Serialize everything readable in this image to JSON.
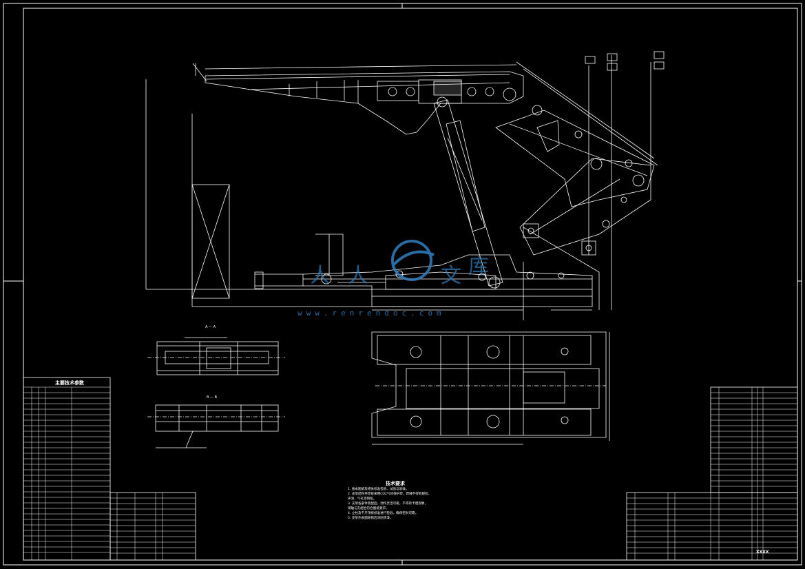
{
  "drawing": {
    "section_a_label": "A — A",
    "section_b_label": "B — B",
    "left_params_title": "主要技术参数",
    "tech_req_title": "技术要求",
    "tech_req_lines": [
      "1. 按本图纸及相关标准检验、试验与验收。",
      "2. 支架结构件焊接采用CO2气体保护焊，焊缝不得有裂纹、",
      "   夹渣、气孔等缺陷。",
      "3. 支架各部件装配后，动作灵活可靠，不得有卡阻现象，",
      "   销轴与孔配合符合图纸要求。",
      "4. 立柱及千斤顶按标准进行检验，确保密封可靠。",
      "5. 支架外表面除锈后涂防锈漆。"
    ],
    "title_block_code": "XXXX",
    "watermark_text": "www.renrendoc.com",
    "watermark_chars": [
      "人",
      "人",
      "文",
      "库"
    ]
  }
}
